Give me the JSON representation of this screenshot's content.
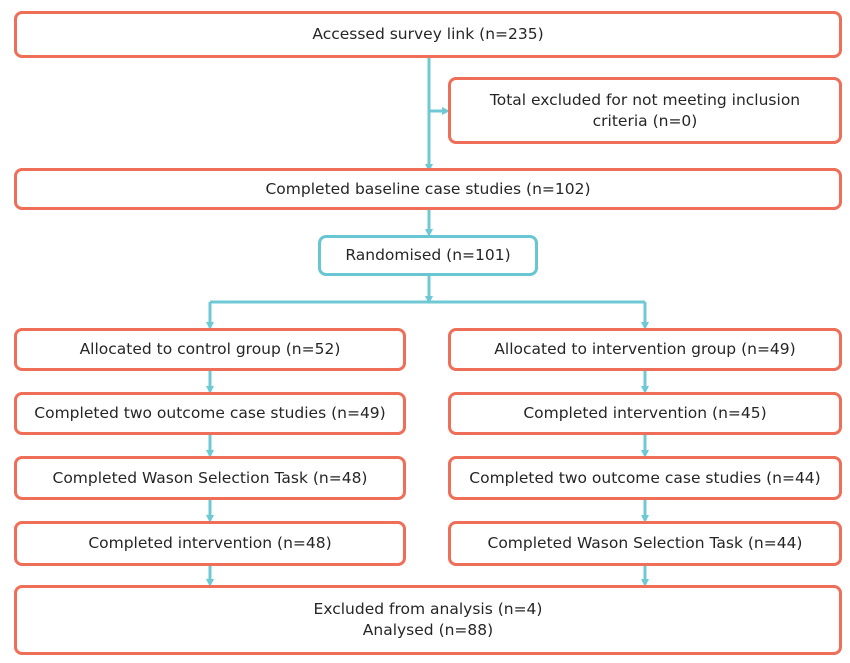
{
  "colors": {
    "box_border": "#ee6e58",
    "randomised_border": "#68c6d2",
    "connector": "#6ec9d5"
  },
  "boxes": {
    "accessed": "Accessed survey link (n=235)",
    "excluded_line1": "Total excluded for not meeting inclusion",
    "excluded_line2": "criteria  (n=0)",
    "baseline": "Completed baseline case studies (n=102)",
    "randomised": "Randomised (n=101)",
    "control": {
      "allocated": "Allocated to control group (n=52)",
      "step1": "Completed two outcome case studies (n=49)",
      "step2": "Completed Wason Selection Task (n=48)",
      "step3": "Completed intervention (n=48)"
    },
    "intervention": {
      "allocated": "Allocated to intervention group (n=49)",
      "step1": "Completed intervention (n=45)",
      "step2": "Completed two outcome case studies (n=44)",
      "step3": "Completed Wason Selection Task (n=44)"
    },
    "final_line1": "Excluded from analysis (n=4)",
    "final_line2": "Analysed (n=88)"
  }
}
